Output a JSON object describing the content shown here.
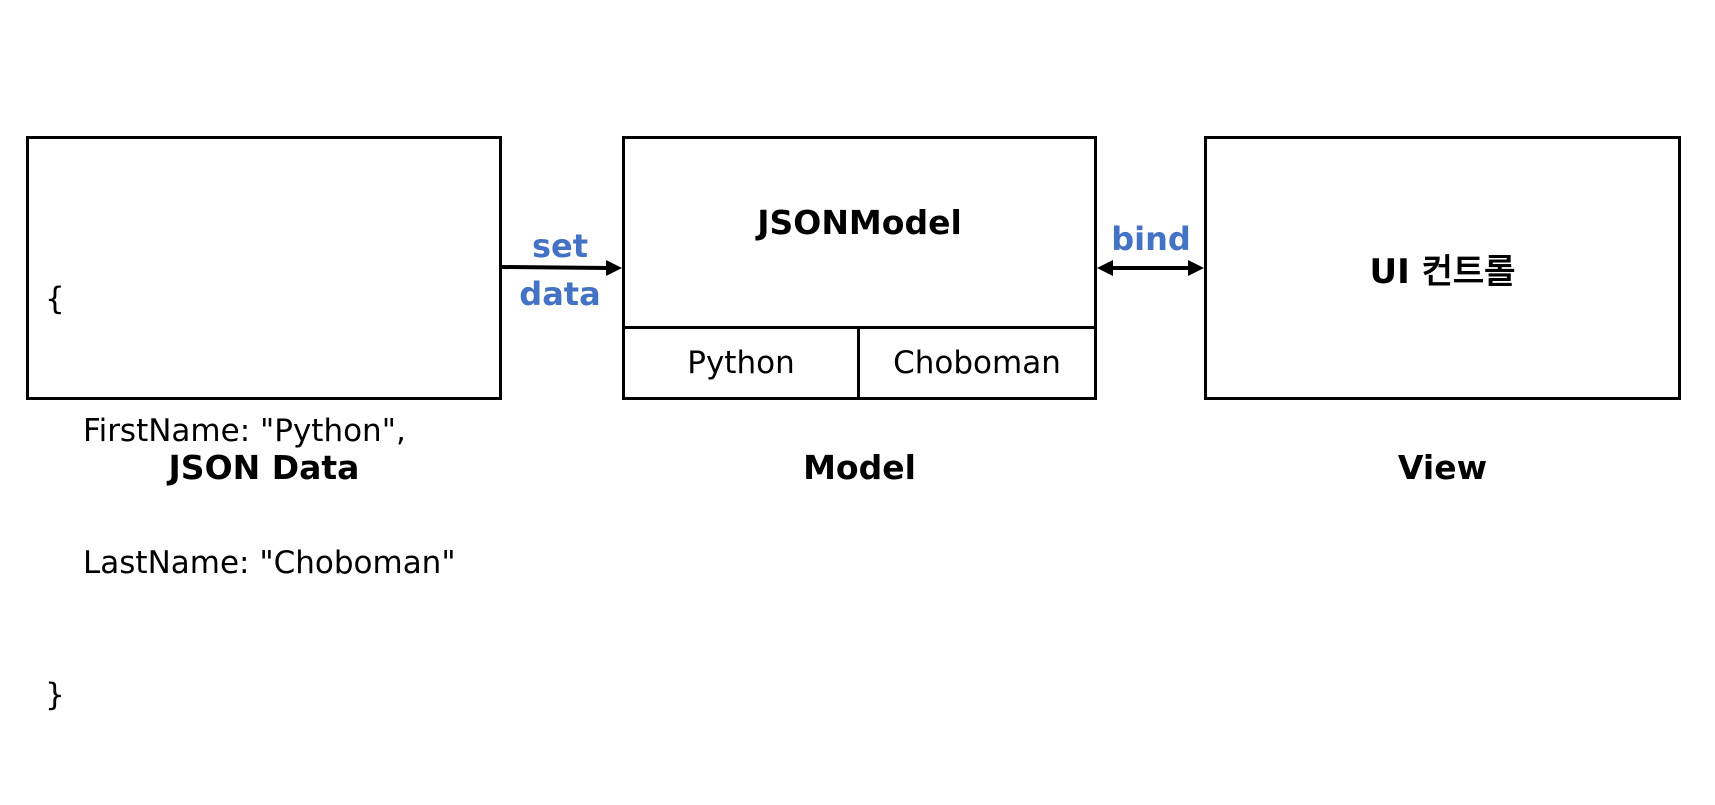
{
  "accent_color": "#4472C4",
  "json_data": {
    "lines": [
      "{",
      "FirstName: \"Python\",",
      "LastName: \"Choboman\"",
      "}"
    ],
    "caption": "JSON Data"
  },
  "model": {
    "title": "JSONModel",
    "cells": [
      "Python",
      "Choboman"
    ],
    "caption": "Model"
  },
  "view": {
    "title": "UI 컨트롤",
    "caption": "View"
  },
  "edges": {
    "set_data": [
      "set",
      "data"
    ],
    "bind": "bind"
  }
}
